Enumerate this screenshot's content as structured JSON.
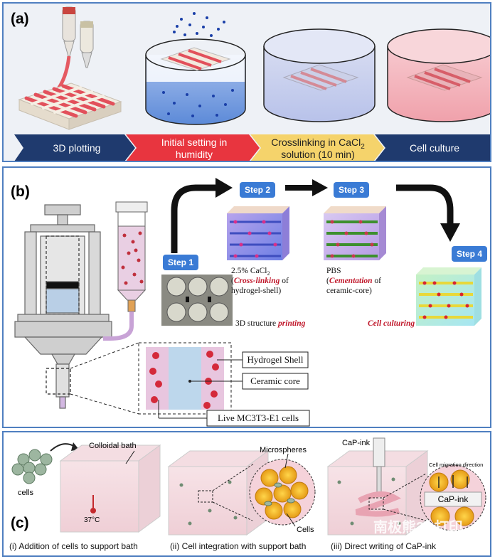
{
  "panel_a": {
    "label": "(a)",
    "steps": [
      "3D plotting",
      "Initial setting in humidity",
      "Crosslinking in CaCl",
      "2",
      "solution (10 min)",
      "Cell culture"
    ],
    "colors": {
      "blue": "#1f3a6e",
      "red": "#e8353f",
      "yellow": "#f5d36b"
    }
  },
  "panel_b": {
    "label": "(b)",
    "step1": "Step 1",
    "step2": "Step 2",
    "step3": "Step 3",
    "step4": "Step 4",
    "cacl_conc": "2.5% CaCl",
    "cacl_sub": "2",
    "crosslinking": "Cross-linking",
    "of1": " of",
    "hydrogel_shell_text": "hydrogel-shell)",
    "pbs": "PBS",
    "cementation": "Cementation",
    "of2": " of",
    "ceramic_core_text": "ceramic-core)",
    "printing_prefix": "3D structure ",
    "printing": "printing",
    "cell_culturing": "Cell culturing",
    "legend_hydrogel": "Hydrogel Shell",
    "legend_ceramic": "Ceramic core",
    "legend_cells": "Live MC3T3-E1 cells"
  },
  "panel_c": {
    "label": "(c)",
    "cells": "cells",
    "colloidal_bath": "Colloidal bath",
    "temp": "37°C",
    "microspheres": "Microspheres",
    "cells2": "Cells",
    "capink": "CaP-ink",
    "capink2": "CaP-ink",
    "migration": "Cell migration direction",
    "cap1": "(i) Addition of cells to support bath",
    "cap2": "(ii) Cell integration with support bath",
    "cap3": "(iii) Direct writing of CaP-ink",
    "watermark": "南极熊3D打印"
  }
}
